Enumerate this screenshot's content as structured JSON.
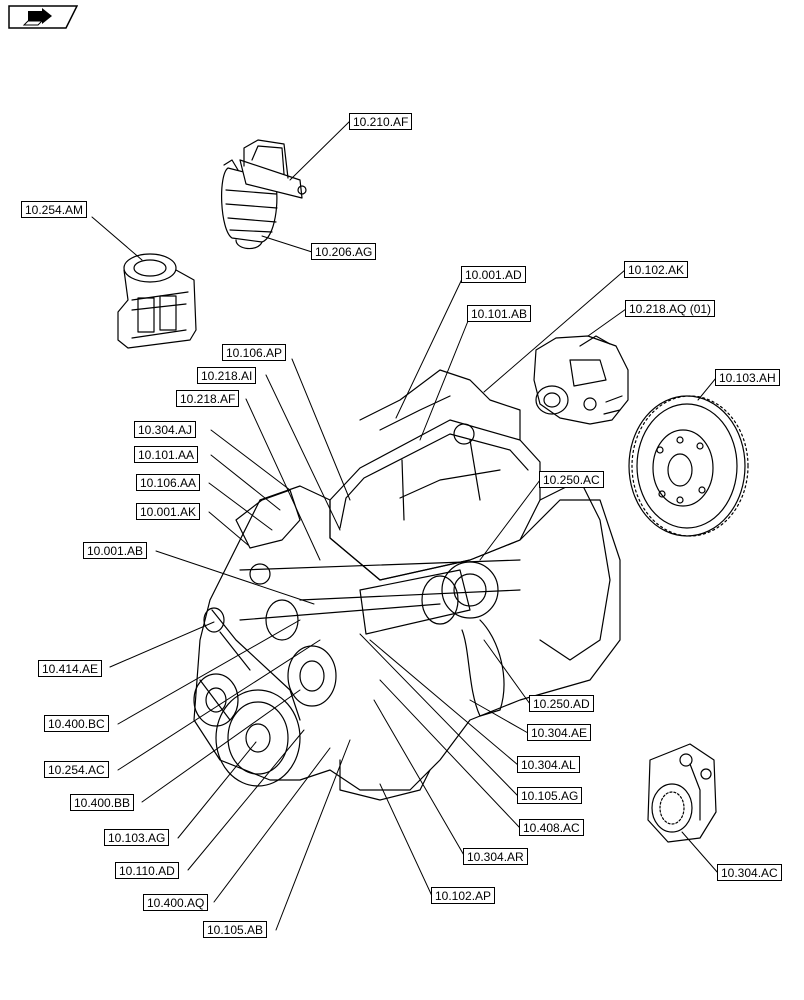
{
  "callouts": [
    "10.210.AF",
    "10.254.AM",
    "10.206.AG",
    "10.001.AD",
    "10.102.AK",
    "10.101.AB",
    "10.218.AQ (01)",
    "10.106.AP",
    "10.218.AI",
    "10.103.AH",
    "10.218.AF",
    "10.304.AJ",
    "10.101.AA",
    "10.250.AC",
    "10.106.AA",
    "10.001.AK",
    "10.001.AB",
    "10.414.AE",
    "10.250.AD",
    "10.400.BC",
    "10.304.AE",
    "10.254.AC",
    "10.304.AL",
    "10.400.BB",
    "10.105.AG",
    "10.408.AC",
    "10.103.AG",
    "10.304.AR",
    "10.110.AD",
    "10.304.AC",
    "10.102.AP",
    "10.400.AQ",
    "10.105.AB"
  ],
  "colors": {
    "line": "#000000",
    "background": "#ffffff"
  },
  "icons": {
    "nav": "book-arrow-icon"
  }
}
